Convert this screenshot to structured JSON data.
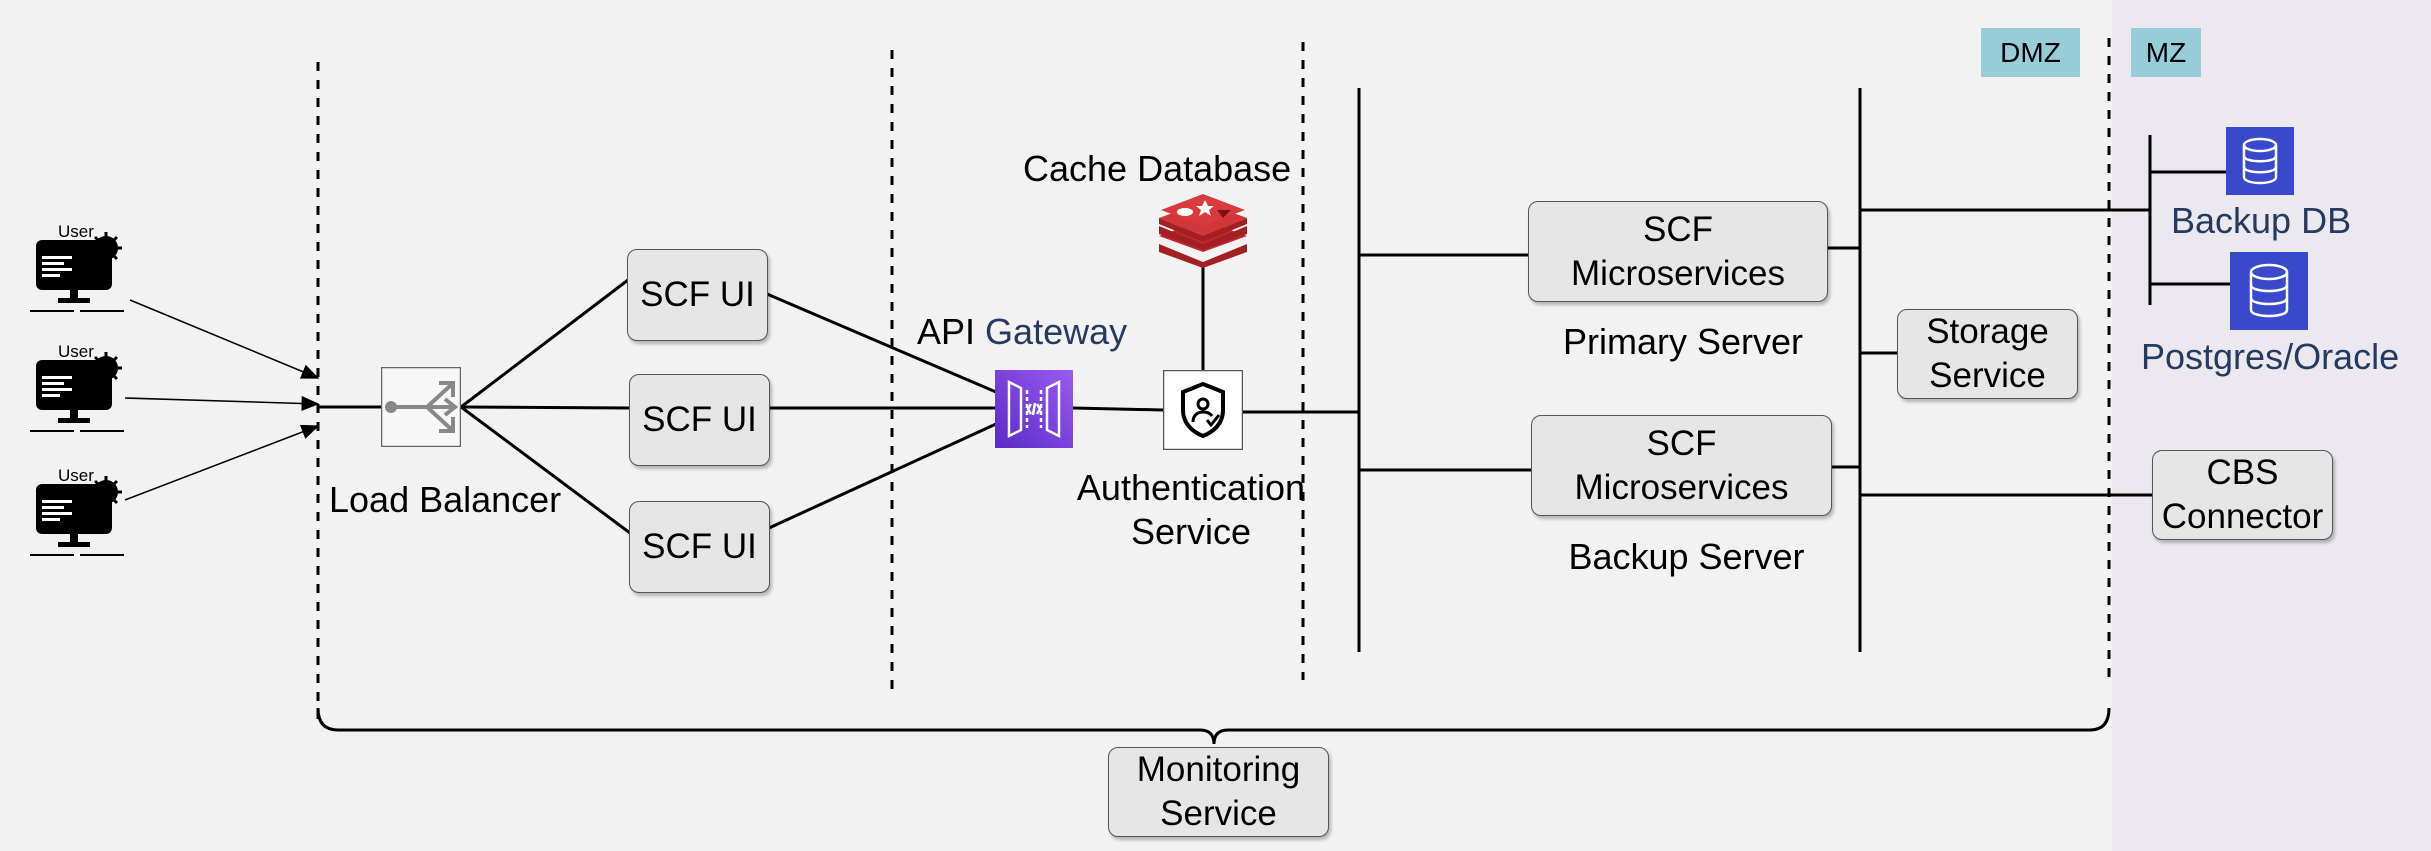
{
  "zones": {
    "dmz": "DMZ",
    "mz": "MZ"
  },
  "users": [
    {
      "label": "User"
    },
    {
      "label": "User"
    },
    {
      "label": "User"
    }
  ],
  "load_balancer": {
    "label": "Load Balancer"
  },
  "ui_nodes": [
    {
      "label": "SCF UI"
    },
    {
      "label": "SCF UI"
    },
    {
      "label": "SCF UI"
    }
  ],
  "api_gateway": {
    "prefix": "API",
    "suffix": "Gateway"
  },
  "cache_db": {
    "label": "Cache Database"
  },
  "auth_service": {
    "label_line1": "Authentication",
    "label_line2": "Service"
  },
  "primary": {
    "box_line1": "SCF",
    "box_line2": "Microservices",
    "caption": "Primary Server"
  },
  "backup": {
    "box_line1": "SCF",
    "box_line2": "Microservices",
    "caption": "Backup Server"
  },
  "storage": {
    "line1": "Storage",
    "line2": "Service"
  },
  "databases": [
    {
      "label": "Backup DB"
    },
    {
      "label": "Postgres/Oracle"
    }
  ],
  "cbs": {
    "line1": "CBS",
    "line2": "Connector"
  },
  "monitoring": {
    "line1": "Monitoring",
    "line2": "Service"
  },
  "colors": {
    "gateway": "#7b3fe0",
    "redis": "#c0282d",
    "db": "#3747c8",
    "zone_tag": "#96cdd8",
    "mz_bg": "#ebe8f0"
  }
}
